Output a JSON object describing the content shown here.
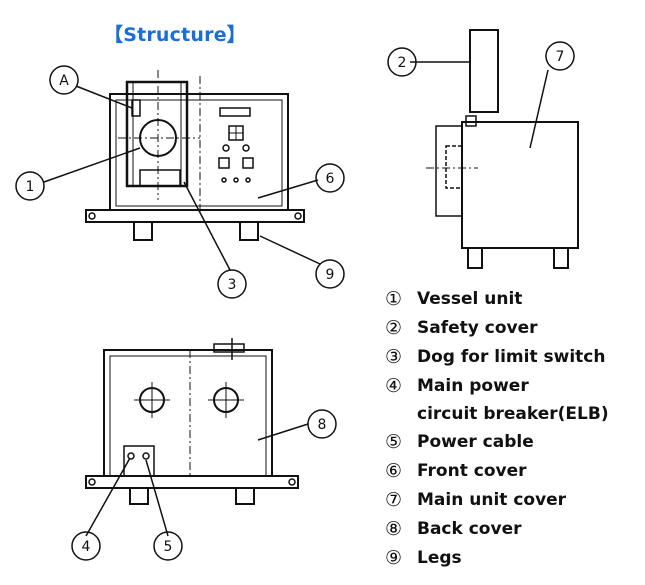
{
  "title": "【Structure】",
  "callouts": {
    "A": "A",
    "n1": "1",
    "n2": "2",
    "n3": "3",
    "n4": "4",
    "n5": "5",
    "n6": "6",
    "n7": "7",
    "n8": "8",
    "n9": "9"
  },
  "legend": [
    {
      "num": "①",
      "line1": "Vessel unit",
      "line2": ""
    },
    {
      "num": "②",
      "line1": "Safety cover",
      "line2": ""
    },
    {
      "num": "③",
      "line1": "Dog for limit switch",
      "line2": ""
    },
    {
      "num": "④",
      "line1": "Main power",
      "line2": "circuit breaker(ELB)"
    },
    {
      "num": "⑤",
      "line1": "Power cable",
      "line2": ""
    },
    {
      "num": "⑥",
      "line1": "Front cover",
      "line2": ""
    },
    {
      "num": "⑦",
      "line1": "Main unit cover",
      "line2": ""
    },
    {
      "num": "⑧",
      "line1": "Back cover",
      "line2": ""
    },
    {
      "num": "⑨",
      "line1": "Legs",
      "line2": ""
    }
  ],
  "colors": {
    "title": "#1a6fd6",
    "line": "#111111"
  }
}
